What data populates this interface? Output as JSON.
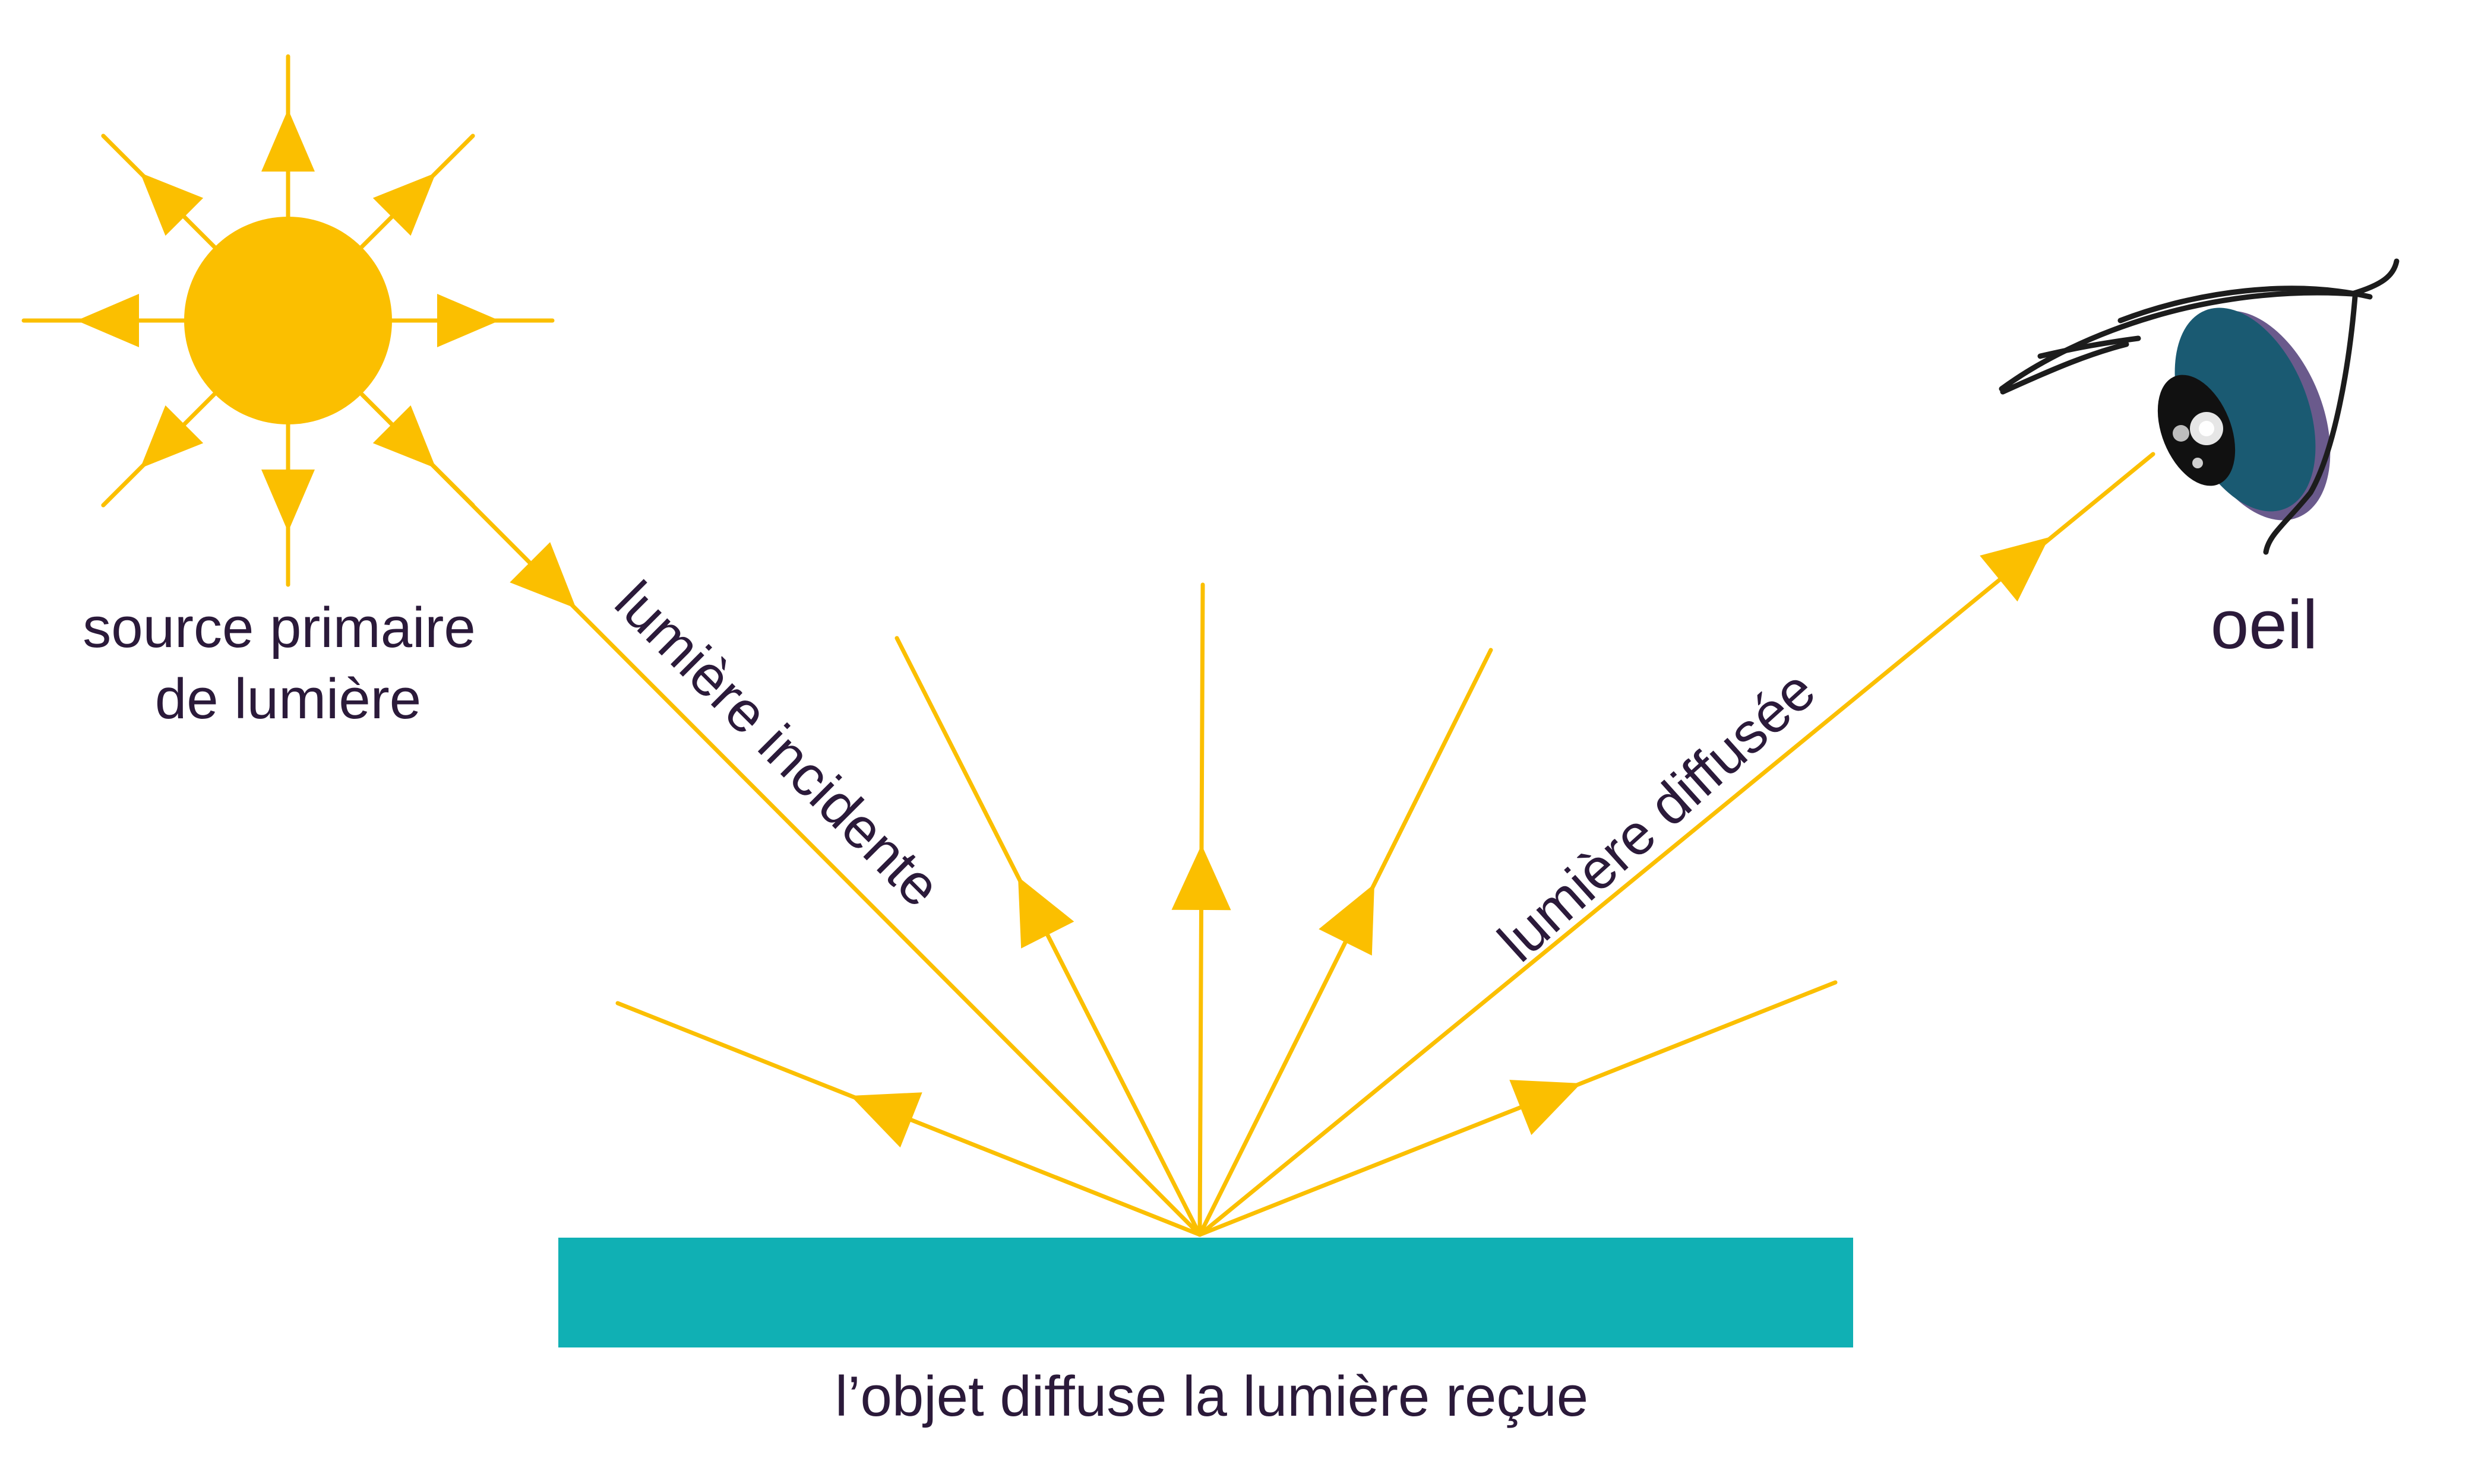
{
  "labels": {
    "source_line1": "source primaire",
    "source_line2": "de lumière",
    "incident": "lumière incidente",
    "diffused": "lumière diffusée",
    "eye": "oeil",
    "object": "l’objet diffuse la lumière reçue"
  },
  "colors": {
    "light": "#fbbf00",
    "object": "#10b0b4",
    "text": "#2b1a3a",
    "iris": "#1a5a72",
    "iris_dark": "#123f52",
    "eye_outline": "#1c1c1c"
  },
  "icons": {
    "source": "sun-icon",
    "observer": "eye-icon"
  }
}
